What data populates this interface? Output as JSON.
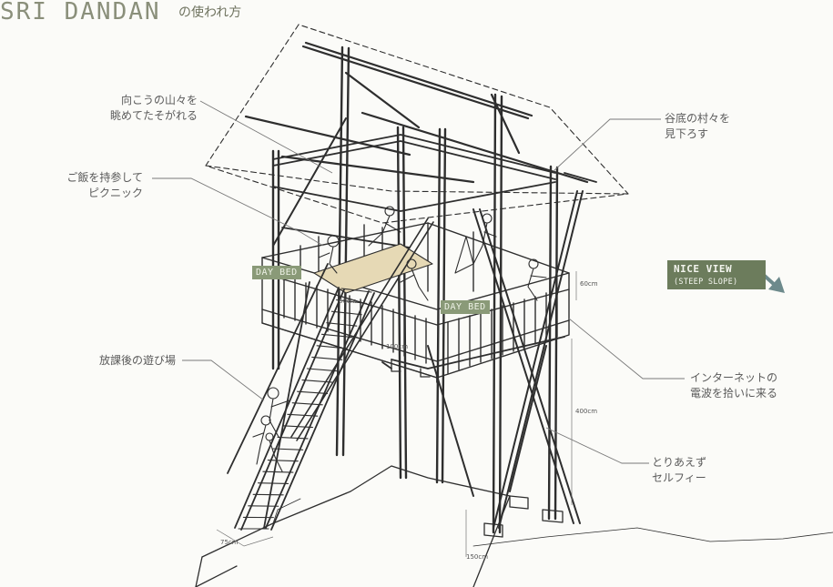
{
  "header": {
    "title": "SRI DANDAN",
    "subtitle": "の使われ方"
  },
  "annotations": {
    "mountains": [
      "向こうの山々を",
      "眺めてたそがれる"
    ],
    "picnic": [
      "ご飯を持参して",
      "ピクニック"
    ],
    "playground": [
      "放課後の遊び場"
    ],
    "village": [
      "谷底の村々を",
      "見下ろす"
    ],
    "internet": [
      "インターネットの",
      "電波を拾いに来る"
    ],
    "selfie": [
      "とりあえず",
      "セルフィー"
    ]
  },
  "tags": {
    "day_bed_1": "DAY BED",
    "day_bed_2": "DAY BED"
  },
  "nice_view": {
    "line1": "NICE VIEW",
    "line2": "(STEEP SLOPE)"
  },
  "dimensions": {
    "rail_height": "60cm",
    "bed_height": "60cm",
    "deck_span": "100cm",
    "tower_height": "400cm",
    "stair_width": "75cm",
    "ground_drop": "150cm"
  },
  "colors": {
    "ink": "#2e2e2e",
    "tag_fill": "#8a9a78",
    "nice_fill": "#6c7c5c",
    "arrow": "#6d8a8c"
  }
}
